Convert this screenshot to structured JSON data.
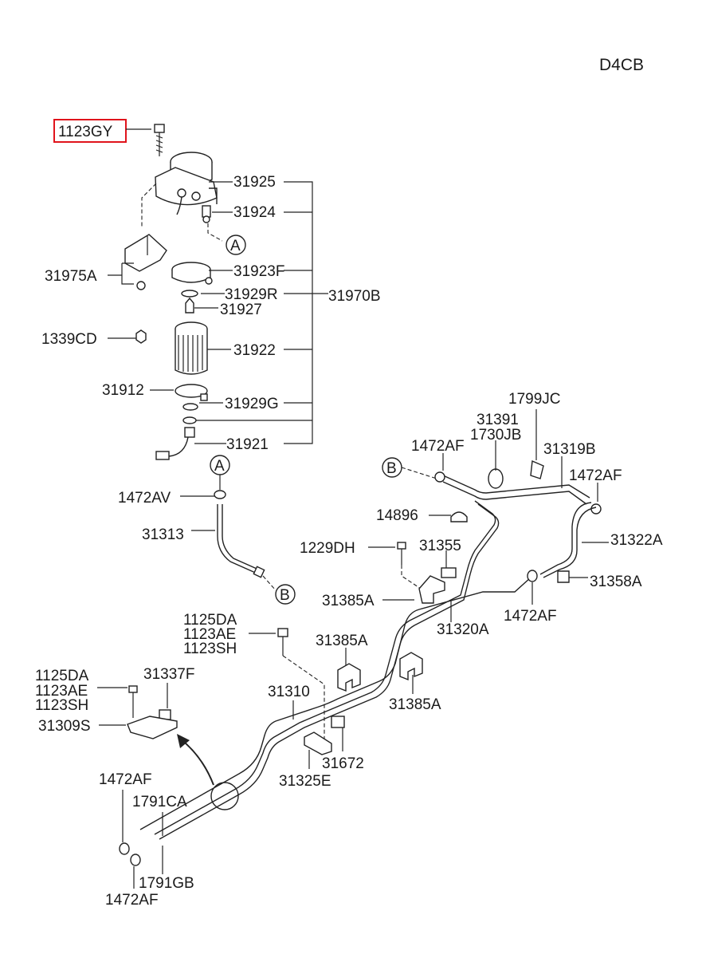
{
  "model_code": "D4CB",
  "highlighted_part": "1123GY",
  "labels": {
    "l31925": "31925",
    "l31924": "31924",
    "l31975A": "31975A",
    "l31923F": "31923F",
    "l31929R": "31929R",
    "l31970B": "31970B",
    "l31927": "31927",
    "l1339CD": "1339CD",
    "l31922": "31922",
    "l31912": "31912",
    "l31929G": "31929G",
    "l31921": "31921",
    "l1472AV": "1472AV",
    "l31313": "31313",
    "l1799JC": "1799JC",
    "l31391": "31391",
    "l1730JB": "1730JB",
    "l1472AF_a": "1472AF",
    "l31319B": "31319B",
    "l1472AF_b": "1472AF",
    "l14896": "14896",
    "l31322A": "31322A",
    "l1229DH": "1229DH",
    "l31355": "31355",
    "l31358A": "31358A",
    "l31385A_a": "31385A",
    "l1472AF_c": "1472AF",
    "l31320A": "31320A",
    "l1125DA_a": "1125DA",
    "l1123AE_a": "1123AE",
    "l1123SH_a": "1123SH",
    "l31385A_b": "31385A",
    "l1125DA_b": "1125DA",
    "l1123AE_b": "1123AE",
    "l1123SH_b": "1123SH",
    "l31337F": "31337F",
    "l31309S": "31309S",
    "l31310": "31310",
    "l31385A_c": "31385A",
    "l31672": "31672",
    "l31325E": "31325E",
    "l1472AF_d": "1472AF",
    "l1791CA": "1791CA",
    "l1791GB": "1791GB",
    "l1472AF_e": "1472AF"
  },
  "markers": {
    "a_top": "A",
    "a_mid": "A",
    "b_low": "B",
    "b_right": "B"
  }
}
